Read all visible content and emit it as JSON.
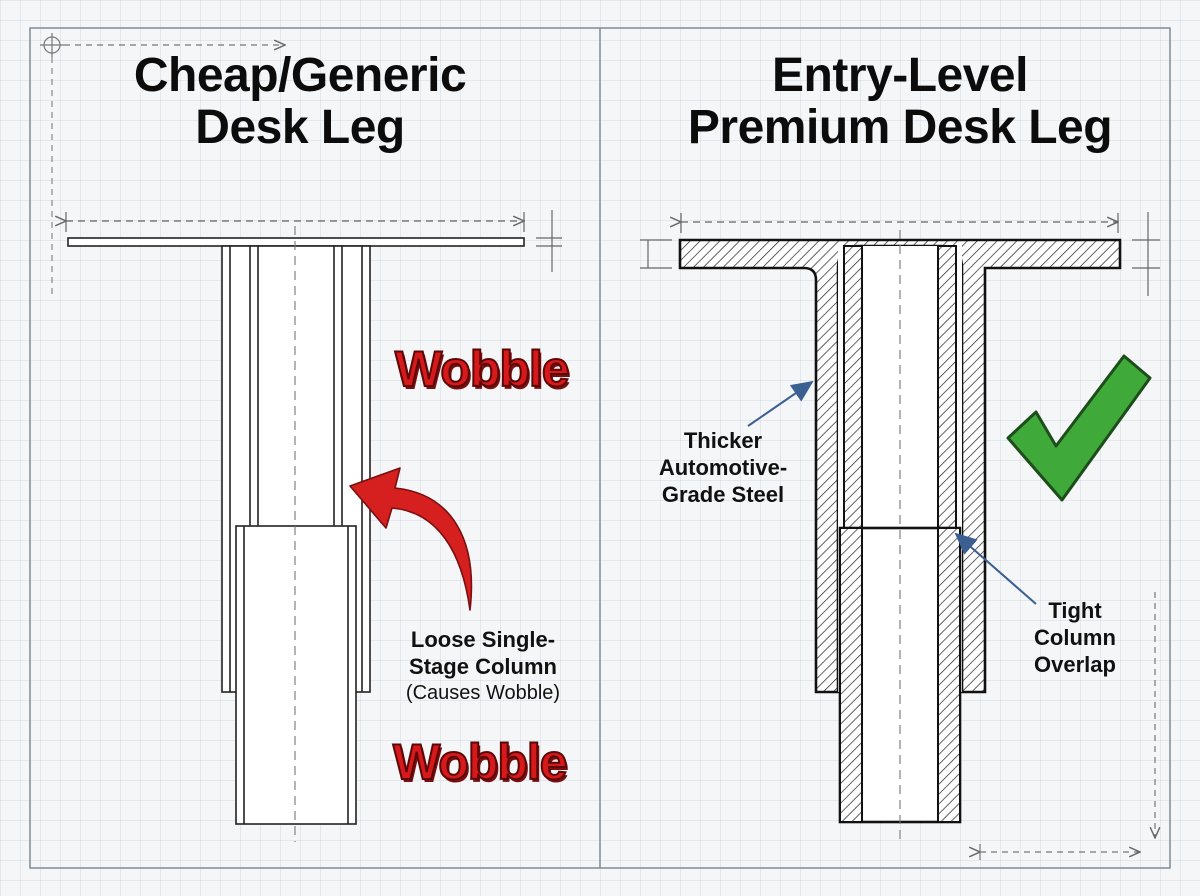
{
  "panels": {
    "left": {
      "title_line1": "Cheap/Generic",
      "title_line2": "Desk Leg",
      "wobble_top": "Wobble",
      "wobble_bottom": "Wobble",
      "callout_line1": "Loose Single-",
      "callout_line2": "Stage Column",
      "callout_note": "(Causes Wobble)"
    },
    "right": {
      "title_line1": "Entry-Level",
      "title_line2": "Premium Desk Leg",
      "steel_line1": "Thicker",
      "steel_line2": "Automotive-",
      "steel_line3": "Grade Steel",
      "overlap_line1": "Tight",
      "overlap_line2": "Column",
      "overlap_line3": "Overlap"
    }
  },
  "colors": {
    "background": "#f4f6f8",
    "grid": "#c9d6e0",
    "ink": "#111111",
    "wobble_red": "#d7191c",
    "arrow_red": "#d62020",
    "check_green": "#3faa3a",
    "pointer_blue": "#3c5f92"
  },
  "icons": [
    "crosshair-icon",
    "check-mark-icon",
    "curved-arrow-icon"
  ]
}
